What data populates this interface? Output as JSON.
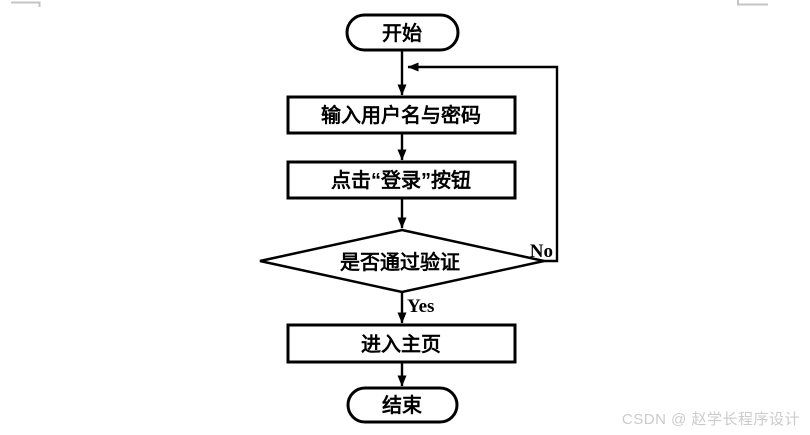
{
  "diagram": {
    "type": "flowchart",
    "colors": {
      "stroke": "#000000",
      "shape_fill": "#ffffff",
      "watermark_gray": "#cbcbcb",
      "artifact_gray": "#c4c4c4"
    },
    "nodes": [
      {
        "id": "start",
        "shape": "terminator",
        "label": "开始"
      },
      {
        "id": "input",
        "shape": "process",
        "label": "输入用户名与密码"
      },
      {
        "id": "click-login",
        "shape": "process",
        "label": "点击“登录”按钮"
      },
      {
        "id": "verify",
        "shape": "decision",
        "label": "是否通过验证"
      },
      {
        "id": "home",
        "shape": "process",
        "label": "进入主页"
      },
      {
        "id": "end",
        "shape": "terminator",
        "label": "结束"
      }
    ],
    "edges": [
      {
        "from": "start",
        "to": "input",
        "label": ""
      },
      {
        "from": "input",
        "to": "click-login",
        "label": ""
      },
      {
        "from": "click-login",
        "to": "verify",
        "label": ""
      },
      {
        "from": "verify",
        "to": "home",
        "label": "Yes"
      },
      {
        "from": "verify",
        "to": "input",
        "label": "No"
      },
      {
        "from": "home",
        "to": "end",
        "label": ""
      }
    ]
  },
  "watermark": {
    "text": "CSDN @ 赵学长程序设计"
  }
}
